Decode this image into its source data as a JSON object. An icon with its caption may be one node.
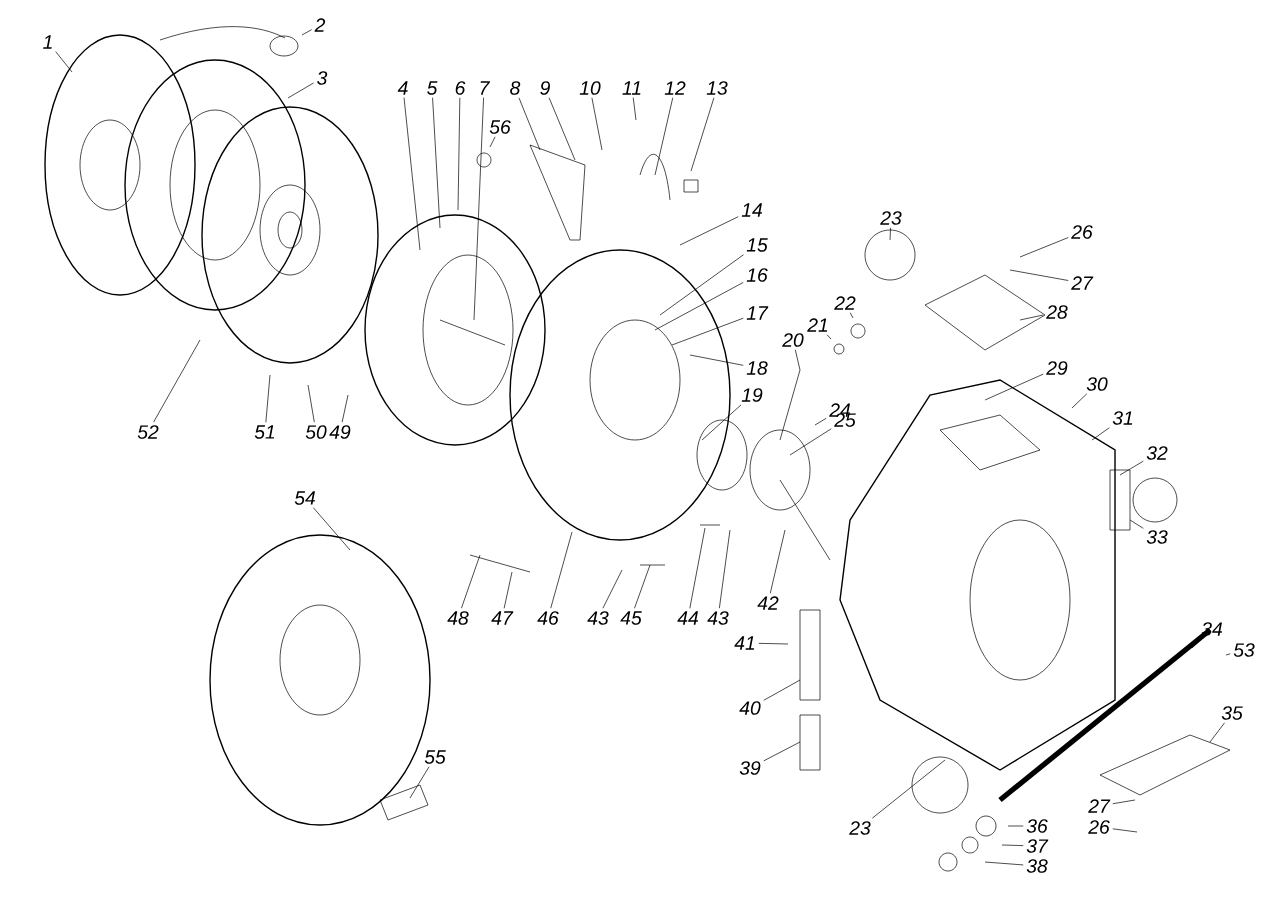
{
  "diagram": {
    "nodes": [
      {
        "text": [
          "2"
        ]
      },
      {
        "text": [
          "1"
        ]
      },
      {
        "text": [
          "3"
        ]
      },
      {
        "text": [
          "4"
        ]
      },
      {
        "text": [
          "5"
        ]
      },
      {
        "text": [
          "6"
        ]
      },
      {
        "text": [
          "7"
        ]
      },
      {
        "text": [
          "8"
        ]
      },
      {
        "text": [
          "9"
        ]
      },
      {
        "text": [
          "10"
        ]
      },
      {
        "text": [
          "11"
        ]
      },
      {
        "text": [
          "12"
        ]
      },
      {
        "text": [
          "13"
        ]
      },
      {
        "text": [
          "56"
        ]
      },
      {
        "text": [
          "14"
        ]
      },
      {
        "text": [
          "23"
        ]
      },
      {
        "text": [
          "26"
        ]
      },
      {
        "text": [
          "15"
        ]
      },
      {
        "text": [
          "16"
        ]
      },
      {
        "text": [
          "27"
        ]
      },
      {
        "text": [
          "22"
        ]
      },
      {
        "text": [
          "28"
        ]
      },
      {
        "text": [
          "17"
        ]
      },
      {
        "text": [
          "21"
        ]
      },
      {
        "text": [
          "20"
        ]
      },
      {
        "text": [
          "18"
        ]
      },
      {
        "text": [
          "29"
        ]
      },
      {
        "text": [
          "30"
        ]
      },
      {
        "text": [
          "19"
        ]
      },
      {
        "text": [
          "24"
        ]
      },
      {
        "text": [
          "31"
        ]
      },
      {
        "text": [
          "25"
        ]
      },
      {
        "text": [
          "52"
        ]
      },
      {
        "text": [
          "51"
        ]
      },
      {
        "text": [
          "50"
        ]
      },
      {
        "text": [
          "49"
        ]
      },
      {
        "text": [
          "32"
        ]
      },
      {
        "text": [
          "54"
        ]
      },
      {
        "text": [
          "33"
        ]
      },
      {
        "text": [
          "48"
        ]
      },
      {
        "text": [
          "47"
        ]
      },
      {
        "text": [
          "46"
        ]
      },
      {
        "text": [
          "43"
        ]
      },
      {
        "text": [
          "45"
        ]
      },
      {
        "text": [
          "44"
        ]
      },
      {
        "text": [
          "43"
        ]
      },
      {
        "text": [
          "42"
        ]
      },
      {
        "text": [
          "34"
        ]
      },
      {
        "text": [
          "41"
        ]
      },
      {
        "text": [
          "53"
        ]
      },
      {
        "text": [
          "40"
        ]
      },
      {
        "text": [
          "35"
        ]
      },
      {
        "text": [
          "55"
        ]
      },
      {
        "text": [
          "39"
        ]
      },
      {
        "text": [
          "27"
        ]
      },
      {
        "text": [
          "36"
        ]
      },
      {
        "text": [
          "26"
        ]
      },
      {
        "text": [
          "23"
        ]
      },
      {
        "text": [
          "37"
        ]
      },
      {
        "text": [
          "38"
        ]
      }
    ],
    "edges": [
      {
        "from": 0,
        "to": null,
        "arrow": "none"
      },
      {
        "from": 1,
        "to": null,
        "arrow": "none"
      },
      {
        "from": 2,
        "to": null,
        "arrow": "none"
      },
      {
        "from": 3,
        "to": null,
        "arrow": "none"
      },
      {
        "from": 4,
        "to": null,
        "arrow": "none"
      },
      {
        "from": 5,
        "to": null,
        "arrow": "none"
      },
      {
        "from": 6,
        "to": null,
        "arrow": "none"
      },
      {
        "from": 7,
        "to": null,
        "arrow": "none"
      },
      {
        "from": 8,
        "to": null,
        "arrow": "none"
      },
      {
        "from": 9,
        "to": null,
        "arrow": "none"
      },
      {
        "from": 10,
        "to": null,
        "arrow": "none"
      },
      {
        "from": 11,
        "to": null,
        "arrow": "none"
      },
      {
        "from": 12,
        "to": null,
        "arrow": "none"
      },
      {
        "from": 13,
        "to": null,
        "arrow": "none"
      },
      {
        "from": 14,
        "to": null,
        "arrow": "none"
      },
      {
        "from": 15,
        "to": null,
        "arrow": "none"
      },
      {
        "from": 16,
        "to": null,
        "arrow": "none"
      },
      {
        "from": 17,
        "to": null,
        "arrow": "none"
      },
      {
        "from": 18,
        "to": null,
        "arrow": "none"
      },
      {
        "from": 19,
        "to": null,
        "arrow": "none"
      },
      {
        "from": 20,
        "to": null,
        "arrow": "none"
      },
      {
        "from": 21,
        "to": null,
        "arrow": "none"
      },
      {
        "from": 22,
        "to": null,
        "arrow": "none"
      },
      {
        "from": 23,
        "to": null,
        "arrow": "none"
      },
      {
        "from": 24,
        "to": null,
        "arrow": "none"
      },
      {
        "from": 25,
        "to": null,
        "arrow": "none"
      },
      {
        "from": 26,
        "to": null,
        "arrow": "none"
      },
      {
        "from": 27,
        "to": null,
        "arrow": "none"
      },
      {
        "from": 28,
        "to": null,
        "arrow": "none"
      },
      {
        "from": 29,
        "to": null,
        "arrow": "none"
      },
      {
        "from": 30,
        "to": null,
        "arrow": "none"
      },
      {
        "from": 31,
        "to": null,
        "arrow": "none"
      },
      {
        "from": 32,
        "to": null,
        "arrow": "none"
      },
      {
        "from": 33,
        "to": null,
        "arrow": "none"
      },
      {
        "from": 34,
        "to": null,
        "arrow": "none"
      },
      {
        "from": 35,
        "to": null,
        "arrow": "none"
      },
      {
        "from": 36,
        "to": null,
        "arrow": "none"
      },
      {
        "from": 37,
        "to": null,
        "arrow": "none"
      },
      {
        "from": 38,
        "to": null,
        "arrow": "none"
      },
      {
        "from": 39,
        "to": null,
        "arrow": "none"
      },
      {
        "from": 40,
        "to": null,
        "arrow": "none"
      },
      {
        "from": 41,
        "to": null,
        "arrow": "none"
      },
      {
        "from": 42,
        "to": null,
        "arrow": "none"
      },
      {
        "from": 43,
        "to": null,
        "arrow": "none"
      },
      {
        "from": 44,
        "to": null,
        "arrow": "none"
      },
      {
        "from": 45,
        "to": null,
        "arrow": "none"
      },
      {
        "from": 46,
        "to": null,
        "arrow": "none"
      },
      {
        "from": 47,
        "to": null,
        "arrow": "none"
      },
      {
        "from": 48,
        "to": null,
        "arrow": "none"
      },
      {
        "from": 49,
        "to": null,
        "arrow": "none"
      },
      {
        "from": 50,
        "to": null,
        "arrow": "none"
      },
      {
        "from": 51,
        "to": null,
        "arrow": "none"
      },
      {
        "from": 52,
        "to": null,
        "arrow": "none"
      },
      {
        "from": 53,
        "to": null,
        "arrow": "none"
      },
      {
        "from": 54,
        "to": null,
        "arrow": "none"
      },
      {
        "from": 55,
        "to": null,
        "arrow": "none"
      },
      {
        "from": 56,
        "to": null,
        "arrow": "none"
      },
      {
        "from": 57,
        "to": null,
        "arrow": "none"
      },
      {
        "from": 58,
        "to": null,
        "arrow": "none"
      },
      {
        "from": 59,
        "to": null,
        "arrow": "none"
      }
    ]
  }
}
